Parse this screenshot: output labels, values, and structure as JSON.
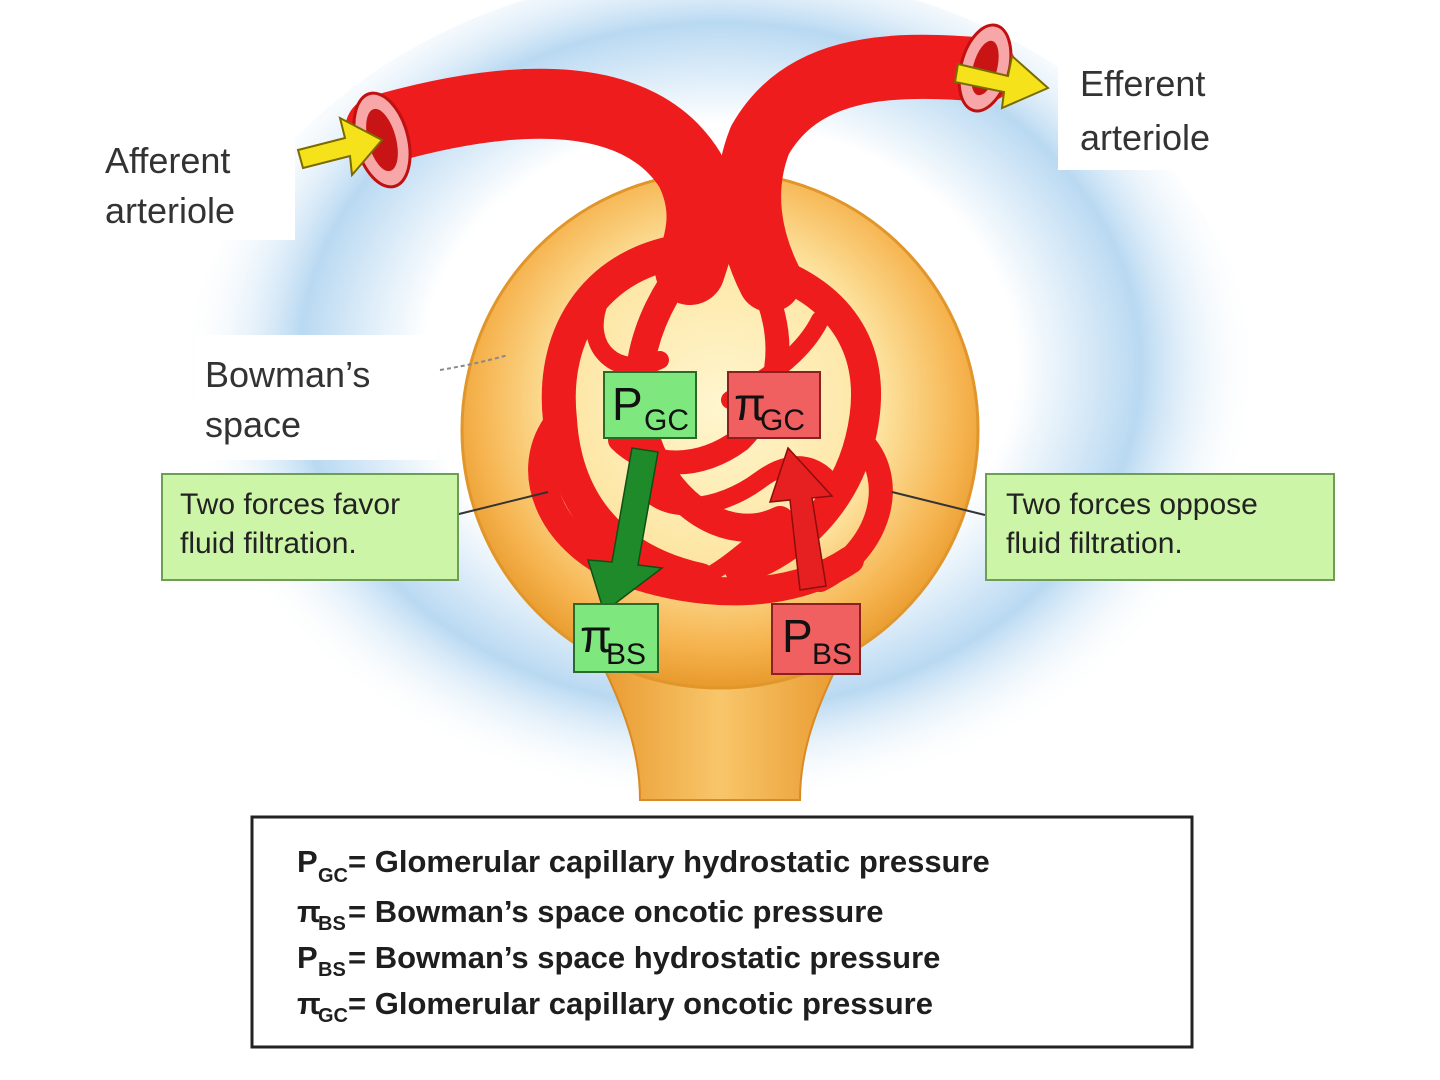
{
  "labels": {
    "afferent_line1": "Afferent",
    "afferent_line2": "arteriole",
    "efferent_line1": "Efferent",
    "efferent_line2": "arteriole",
    "bowman_line1": "Bowman’s",
    "bowman_line2": "space",
    "favor_line1": "Two forces favor",
    "favor_line2": "fluid filtration.",
    "oppose_line1": "Two forces oppose",
    "oppose_line2": "fluid filtration."
  },
  "pressure_boxes": {
    "pgc": {
      "main": "P",
      "sub": "GC"
    },
    "pigc": {
      "main": "π",
      "sub": "GC"
    },
    "pibs": {
      "main": "π",
      "sub": "BS"
    },
    "pbs": {
      "main": "P",
      "sub": "BS"
    }
  },
  "legend": [
    {
      "symbol": "P",
      "sub": "GC",
      "text": "= Glomerular capillary hydrostatic pressure"
    },
    {
      "symbol": "π",
      "sub": "BS",
      "text": "= Bowman’s space oncotic pressure"
    },
    {
      "symbol": "P",
      "sub": "BS",
      "text": "= Bowman’s space hydrostatic pressure"
    },
    {
      "symbol": "π",
      "sub": "GC",
      "text": "= Glomerular capillary oncotic pressure"
    }
  ],
  "colors": {
    "vessel": "#ee1c1c",
    "capsule": "#f4a93c",
    "favor_box": "#7ee87e",
    "oppose_box": "#f06060",
    "favor_arrow": "#1f8a2a",
    "oppose_arrow": "#e62020",
    "flow_arrow": "#f5e21a",
    "note_bg": "#cdf5a8",
    "glow": "#5aa6e0"
  }
}
